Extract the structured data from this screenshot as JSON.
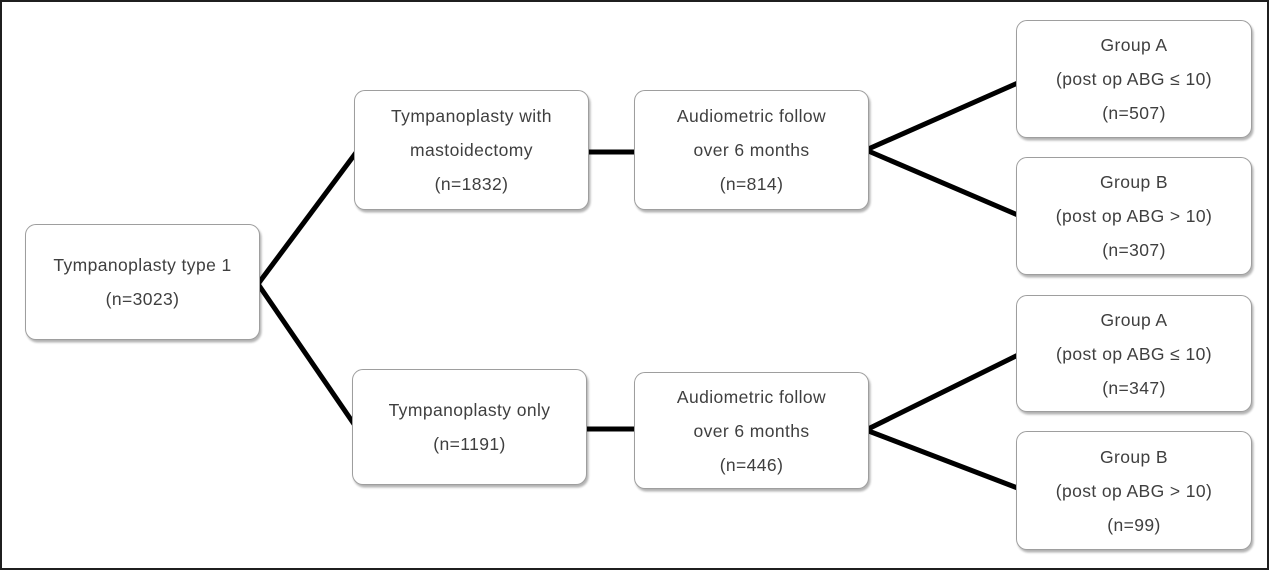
{
  "diagram": {
    "type": "flowchart",
    "root": {
      "l1": "Tympanoplasty type 1",
      "l2": "(n=3023)"
    },
    "top": {
      "procedure": {
        "l1": "Tympanoplasty with",
        "l2": "mastoidectomy",
        "l3": "(n=1832)"
      },
      "followup": {
        "l1": "Audiometric follow",
        "l2": "over 6 months",
        "l3": "(n=814)"
      },
      "group_a": {
        "l1": "Group A",
        "l2": "(post op ABG ≤ 10)",
        "l3": "(n=507)"
      },
      "group_b": {
        "l1": "Group B",
        "l2": "(post op ABG > 10)",
        "l3": "(n=307)"
      }
    },
    "bottom": {
      "procedure": {
        "l1": "Tympanoplasty only",
        "l2": "(n=1191)"
      },
      "followup": {
        "l1": "Audiometric follow",
        "l2": "over 6 months",
        "l3": "(n=446)"
      },
      "group_a": {
        "l1": "Group A",
        "l2": "(post op ABG ≤ 10)",
        "l3": "(n=347)"
      },
      "group_b": {
        "l1": "Group B",
        "l2": "(post op ABG > 10)",
        "l3": "(n=99)"
      }
    },
    "colors": {
      "connector": "#000000",
      "box_border": "#9e9e9e",
      "text": "#3f3f3f",
      "background": "#ffffff",
      "frame_border": "#1f1f1f"
    }
  }
}
